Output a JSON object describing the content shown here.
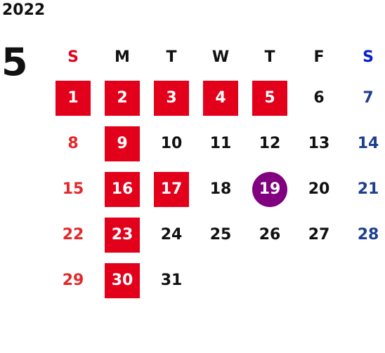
{
  "year": "2022",
  "month": "5",
  "weekdays": [
    "S",
    "M",
    "T",
    "W",
    "T",
    "F",
    "S"
  ],
  "colors": {
    "holiday": "#e3001b",
    "today": "#800080",
    "sunday": "#e3282b",
    "saturday": "#1e3f8e"
  },
  "weeks": [
    [
      {
        "d": "1",
        "holiday": true
      },
      {
        "d": "2",
        "holiday": true
      },
      {
        "d": "3",
        "holiday": true
      },
      {
        "d": "4",
        "holiday": true
      },
      {
        "d": "5",
        "holiday": true
      },
      {
        "d": "6"
      },
      {
        "d": "7"
      }
    ],
    [
      {
        "d": "8"
      },
      {
        "d": "9",
        "holiday": true
      },
      {
        "d": "10"
      },
      {
        "d": "11"
      },
      {
        "d": "12"
      },
      {
        "d": "13"
      },
      {
        "d": "14"
      }
    ],
    [
      {
        "d": "15"
      },
      {
        "d": "16",
        "holiday": true
      },
      {
        "d": "17",
        "holiday": true
      },
      {
        "d": "18"
      },
      {
        "d": "19",
        "today": true
      },
      {
        "d": "20"
      },
      {
        "d": "21"
      }
    ],
    [
      {
        "d": "22"
      },
      {
        "d": "23",
        "holiday": true
      },
      {
        "d": "24"
      },
      {
        "d": "25"
      },
      {
        "d": "26"
      },
      {
        "d": "27"
      },
      {
        "d": "28"
      }
    ],
    [
      {
        "d": "29"
      },
      {
        "d": "30",
        "holiday": true
      },
      {
        "d": "31"
      },
      {
        "d": ""
      },
      {
        "d": ""
      },
      {
        "d": ""
      },
      {
        "d": ""
      }
    ]
  ]
}
